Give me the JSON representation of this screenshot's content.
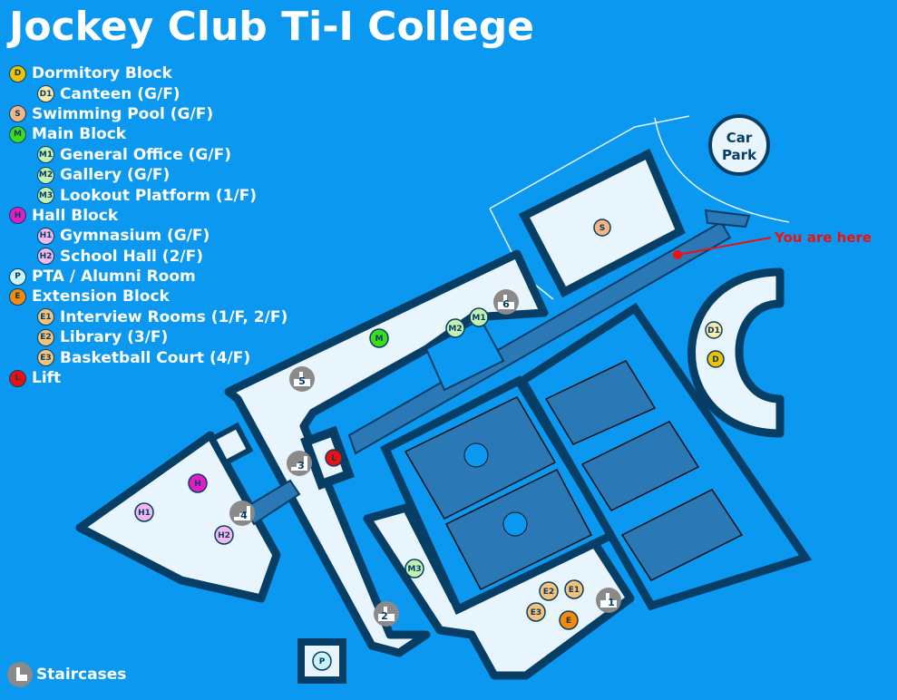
{
  "title": "Jockey Club Ti-I College",
  "legend": [
    {
      "code": "D",
      "label": "Dormitory Block",
      "color": "#f2c200",
      "sub": false
    },
    {
      "code": "D1",
      "label": "Canteen (G/F)",
      "color": "#fbe7a8",
      "sub": true
    },
    {
      "code": "S",
      "label": "Swimming Pool (G/F)",
      "color": "#f4b483",
      "sub": false
    },
    {
      "code": "M",
      "label": "Main Block",
      "color": "#3ddc1c",
      "sub": false
    },
    {
      "code": "M1",
      "label": "General Office (G/F)",
      "color": "#c2f0b0",
      "sub": true
    },
    {
      "code": "M2",
      "label": "Gallery (G/F)",
      "color": "#c2f0b0",
      "sub": true
    },
    {
      "code": "M3",
      "label": "Lookout Platform (1/F)",
      "color": "#c2f0b0",
      "sub": true
    },
    {
      "code": "H",
      "label": "Hall Block",
      "color": "#e21ec0",
      "sub": false
    },
    {
      "code": "H1",
      "label": "Gymnasium (G/F)",
      "color": "#f2b8ec",
      "sub": true
    },
    {
      "code": "H2",
      "label": "School Hall (2/F)",
      "color": "#f2b8ec",
      "sub": true
    },
    {
      "code": "P",
      "label": "PTA / Alumni Room",
      "color": "#c8f4fa",
      "sub": false
    },
    {
      "code": "E",
      "label": "Extension Block",
      "color": "#f58a0a",
      "sub": false
    },
    {
      "code": "E1",
      "label": "Interview Rooms (1/F, 2/F)",
      "color": "#f6c27a",
      "sub": true
    },
    {
      "code": "E2",
      "label": "Library (3/F)",
      "color": "#f6c27a",
      "sub": true
    },
    {
      "code": "E3",
      "label": "Basketball Court (4/F)",
      "color": "#f6c27a",
      "sub": true
    },
    {
      "code": "L",
      "label": "Lift",
      "color": "#ee1010",
      "sub": false
    }
  ],
  "staircases_label": "Staircases",
  "staircases": [
    "1",
    "2",
    "3",
    "4",
    "5",
    "6"
  ],
  "car_park": [
    "Car",
    "Park"
  ],
  "you_are_here": "You are here",
  "colors": {
    "background": "#0a98f0",
    "outline": "#063e66",
    "building": "#e9f5fd",
    "court": "#2a78b6",
    "marker_here": "#ee1010"
  }
}
